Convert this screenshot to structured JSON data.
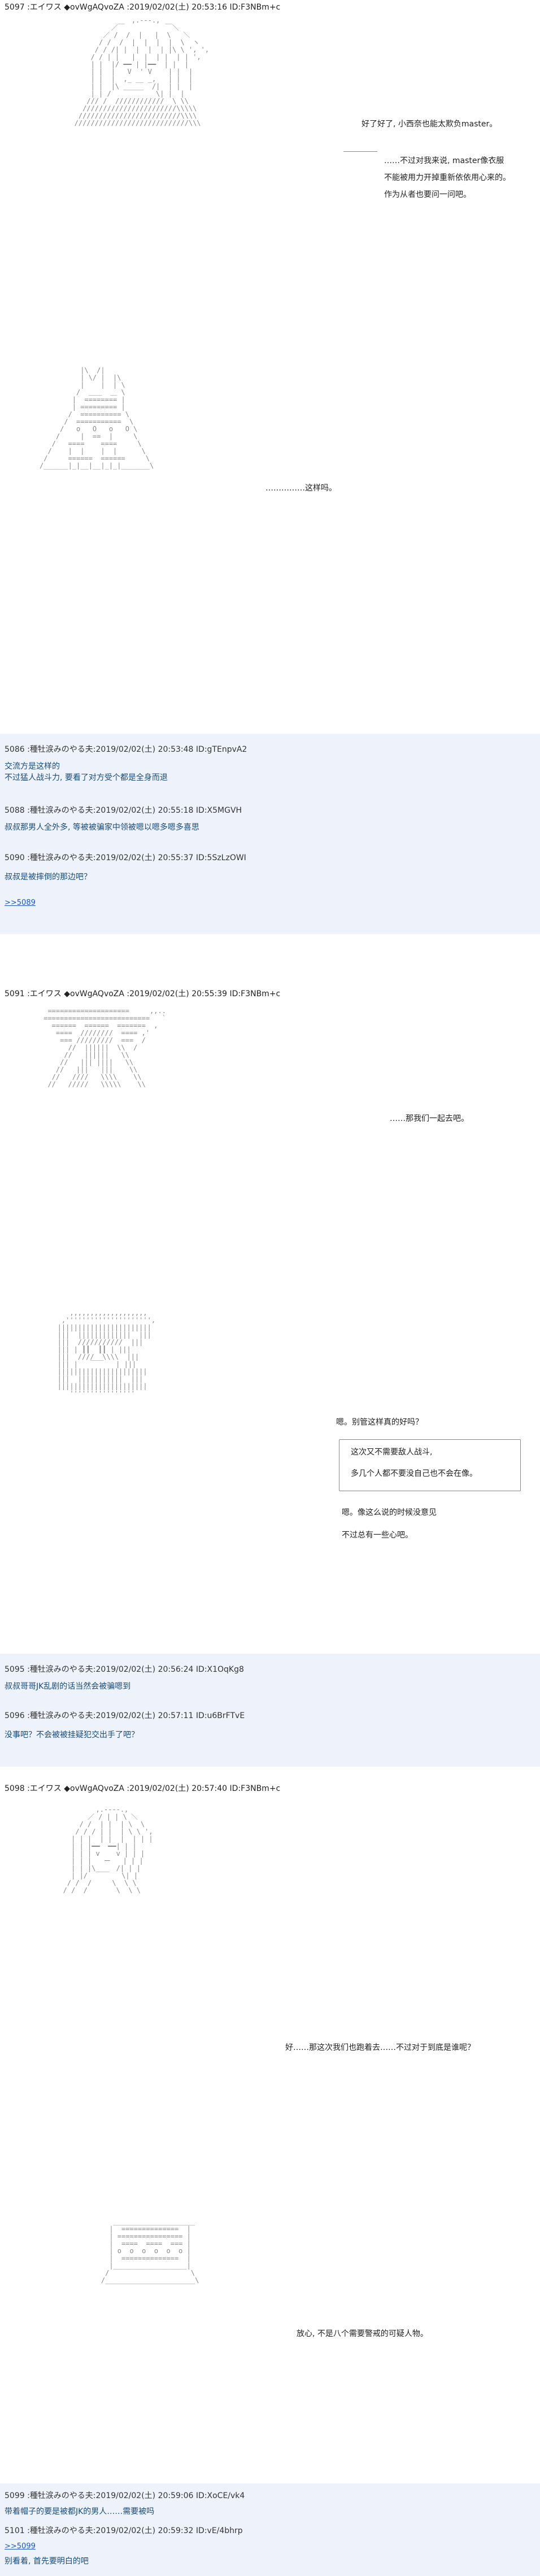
{
  "posts": [
    {
      "header": "5097 :エイワス ◆ovWgAQvoZA :2019/02/02(土) 20:53:16 ID:F3NBm+c",
      "dialogue": [
        "好了好了, 小西奈也能太欺负master。",
        "……不过对我来说, master像衣服",
        "不能被用力开掉重新依依用心来的。",
        "作为从者也要问一问吧。",
        "……………这样吗。"
      ]
    },
    {
      "header": "5091 :エイワス ◆ovWgAQvoZA :2019/02/02(土) 20:55:39 ID:F3NBm+c",
      "dialogue": [
        "……那我们一起去吧。",
        "嗯。别管这样真的好吗？",
        "这次又不需要敌人战斗,",
        "多几个人都不要没自己也不会在像。",
        "嗯。像这么说的时候没意见",
        "不过总有一些心吧。"
      ]
    },
    {
      "header": "5098 :エイワス ◆ovWgAQvoZA :2019/02/02(土) 20:57:40 ID:F3NBm+c",
      "dialogue": [
        "好……那这次我们也跑着去……不过对于到底是谁呢？",
        "放心, 不是八个需要警戒的可疑人物。"
      ]
    }
  ],
  "reply_blocks": [
    {
      "lines": [
        {
          "meta": "5086 :種牡涙みのやる夫:2019/02/02(土) 20:53:48 ID:gTEnpvA2",
          "body": "交流方是这样的\n不过猛人战斗力, 要看了对方受个都是全身而退"
        },
        {
          "meta": "5088 :種牡涙みのやる夫:2019/02/02(土) 20:55:18 ID:X5MGVH",
          "body": "叔叔那男人全外多, 等被被骗家中领被嗯以嗯多嗯多喜思"
        },
        {
          "meta": "5090 :種牡涙みのやる夫:2019/02/02(土) 20:55:37 ID:5SzLzOWI",
          "body": "叔叔是被摔倒的那边吧？"
        }
      ],
      "link": ">>5089"
    },
    {
      "lines": [
        {
          "meta": "5095 :種牡涙みのやる夫:2019/02/02(土) 20:56:24 ID:X1OqKg8",
          "body": "叔叔哥哥JK乱剧的话当然会被骗嗯到"
        },
        {
          "meta": "5096 :種牡涙みのやる夫:2019/02/02(土) 20:57:11 ID:u6BrFTvE",
          "body": "没事吧？不会被被挂疑犯交出手了吧？"
        }
      ]
    },
    {
      "lines": [
        {
          "meta": "5099 :種牡涙みのやる夫:2019/02/02(土) 20:59:06 ID:XoCE/vk4",
          "body": "带着帽子的要是被都JK的男人……需要被吗"
        },
        {
          "meta": "5101 :種牡涙みのやる夫:2019/02/02(土) 20:59:32 ID:vE/4bhrp",
          "body": "别看着, 首先要明白的吧"
        }
      ],
      "link": ">>5099"
    }
  ],
  "art": {
    "a1": "                 ,.-‐-.,\n            ／￣　　　　　　￣＼\n          ／ /  /  |   |  \\   ＼\n         / /  /  |  |  |  |  \\  ヽ\n        / / /| |  |  |  | |\\ \\ ', ',\n       / / | |   |  |  | |  | | ',\n       | |  |/ ━━ | |━━  | |  |\n       | |  |   V  ' V    | |  |\n       | |  |  ,_ __ _,   | |  |\n       | |  |\\        /|  | |  |\n       | | /   ￣￣￣   \\| |  |\n      /// /  ////////////  \\ \\\\\n     ///////////////////////\\\\\\\\\\\n    /////////////////////////\\\\\\\\\n   ////////////////////////////\\\\\\",
    "a2": "          |\\  /|\n          | \\/ |  |\\\n          |    |  | \\\n         /  ＿＿  ＿ \\\n        |  ======== |\n        | ========= |\n       /  ========== \\\n      /  ===========  \\\n     /   o   O   o   O \\\n    /     |  ==  |     \\\n   /   ====    ====     \\\n  /    |  |    |  |      \\\n /     ======  ======     \\\n/______|_|__|__|_|_|_______\\",
    "a3": "  ====================     ,,..\n ==========================   `\n   ======  ======  =======  ,\n    ====  ////////  ==== ,'\n     === /////////  ===  /\n       //  ||||||  \\\\  /\n      //   ||||||   \\\\\n     //   ||| ||||   \\\\\n    //   |||   |||    \\\\\n   //   ////   \\\\\\\\    \\\\\n  //   /////   \\\\\\\\\\    \\\\",
    "a4": "      ,,,,,,,,,,,,,,,,,,,\n    ,''''''''''''''''''''',\n   |||||||||||||||||||||||\n   |||  |||||||||||||  |||\n   |||  ///////////  |||\n   ||| | ┃┃  ┃┃ | |||\n   |||  ////  \\\\\\\\  |||\n   ||| |   ￣￣   | |||\n   ||||||||||||||||||||||\n   |||  |||||||||||  |||\n   ||||||||||||||||||||||\n      ''''''''''''''''",
    "a5": "           ,.-‐‐-.,\n         ／ / | | \\ ＼\n       / /  | |  | \\  \\\n      / / / | |  | \\ \\ ',\n     | | |  | |  |  | | |\n     | | |━━  ━━| | |\n     | | | v    v | | |\n     | | |   ー   | | |\n     | | |\\     /| | |\n     | |/  ￣￣   \\| |\n    / /  /     \\  \\ \\\n   / /  /       \\  \\ \\",
    "a6": "       ____________________\n      |  ==============  |\n      | ================ |\n      |  ====  ====  === |\n      | o  o  o  o  o  o |\n      |  ==============  |\n      |__________________|\n     /                    \\\n    /______________________\\"
  }
}
